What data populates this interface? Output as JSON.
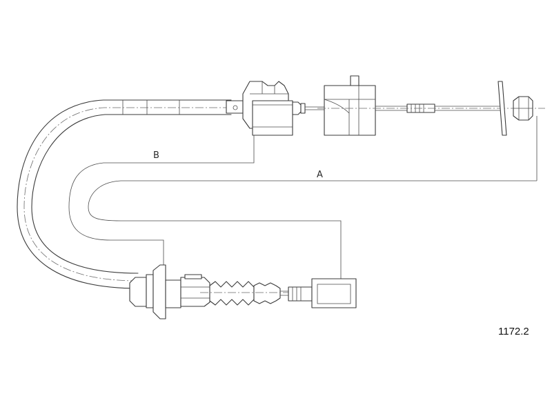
{
  "diagram": {
    "dimension_a_label": "A",
    "dimension_b_label": "B",
    "part_number": "1172.2"
  }
}
